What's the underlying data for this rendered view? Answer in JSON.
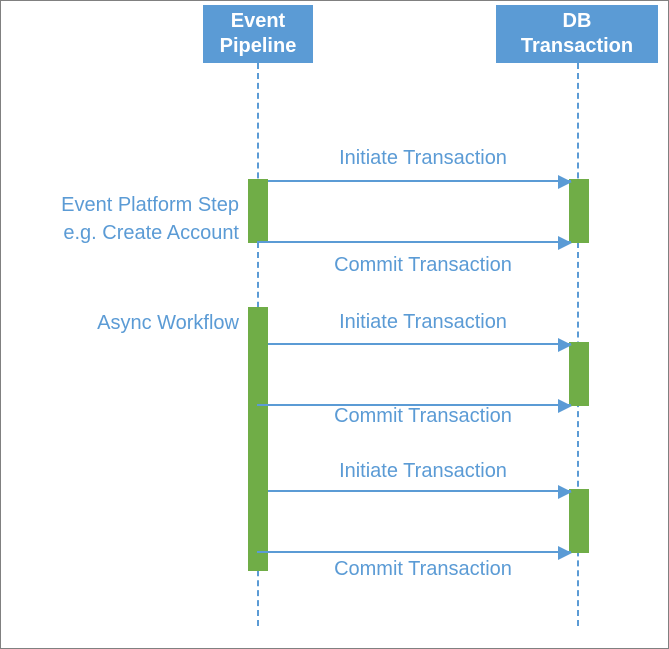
{
  "diagram": {
    "type": "sequence-diagram",
    "background_color": "#FFFFFF",
    "border_color": "#808080",
    "accent_blue": "#5B9BD5",
    "activation_green": "#70AD47",
    "participants": [
      {
        "id": "event-pipeline",
        "label": "Event\nPipeline"
      },
      {
        "id": "db-transaction",
        "label": "DB\nTransaction"
      }
    ],
    "notes": [
      {
        "id": "event-platform-step",
        "label": "Event Platform Step\ne.g. Create Account"
      },
      {
        "id": "async-workflow",
        "label": "Async Workflow"
      }
    ],
    "messages": [
      {
        "id": "m1",
        "label": "Initiate Transaction",
        "from": "event-pipeline",
        "to": "db-transaction",
        "direction": "right"
      },
      {
        "id": "m2",
        "label": "Commit Transaction",
        "from": "event-pipeline",
        "to": "db-transaction",
        "direction": "right"
      },
      {
        "id": "m3",
        "label": "Initiate Transaction",
        "from": "event-pipeline",
        "to": "db-transaction",
        "direction": "right"
      },
      {
        "id": "m4",
        "label": "Commit Transaction",
        "from": "event-pipeline",
        "to": "db-transaction",
        "direction": "right"
      },
      {
        "id": "m5",
        "label": "Initiate Transaction",
        "from": "event-pipeline",
        "to": "db-transaction",
        "direction": "right"
      },
      {
        "id": "m6",
        "label": "Commit Transaction",
        "from": "event-pipeline",
        "to": "db-transaction",
        "direction": "right"
      }
    ]
  }
}
